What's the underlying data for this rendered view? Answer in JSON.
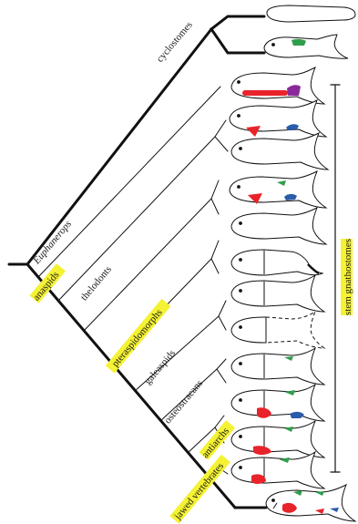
{
  "colors": {
    "highlight": "#f4f233",
    "line": "#111111",
    "fin_red": "#e8232a",
    "fin_green": "#2e9e4a",
    "fin_blue": "#2a5caa",
    "fin_purple": "#8a2a9a"
  },
  "labels": {
    "cyclostomes": "cyclostomes",
    "euphaneropss": "Euphanerops",
    "anaspids": "anaspids",
    "thelodonts": "thelodonts",
    "pteraspidomorphs": "pteraspidomorphs",
    "galeaspids": "galeaspids",
    "osteostracans": "osteostracans",
    "antiarchs": "antiarchs",
    "jawed_vertebrates": "jawed vertebrates",
    "stem_gnathostomes": "stem gnathostomes"
  },
  "taxa": [
    {
      "id": "hagfish",
      "fins": []
    },
    {
      "id": "lamprey",
      "fins": [
        "green"
      ]
    },
    {
      "id": "euphanerops",
      "fins": [
        "red",
        "purple"
      ]
    },
    {
      "id": "anaspid",
      "fins": [
        "red",
        "blue"
      ]
    },
    {
      "id": "thelodont",
      "fins": []
    },
    {
      "id": "pteraspid-1",
      "fins": [
        "red",
        "blue"
      ]
    },
    {
      "id": "pteraspid-2",
      "fins": []
    },
    {
      "id": "galeaspid-1",
      "fins": []
    },
    {
      "id": "galeaspid-2",
      "fins": []
    },
    {
      "id": "galeaspid-3",
      "fins": []
    },
    {
      "id": "osteostracan",
      "fins": [
        "green"
      ]
    },
    {
      "id": "antiarch-1",
      "fins": [
        "red",
        "green",
        "blue"
      ]
    },
    {
      "id": "antiarch-2",
      "fins": [
        "red",
        "green"
      ]
    },
    {
      "id": "placoderm",
      "fins": [
        "red",
        "green"
      ]
    },
    {
      "id": "gnathostome",
      "fins": [
        "red",
        "green",
        "blue"
      ]
    }
  ]
}
